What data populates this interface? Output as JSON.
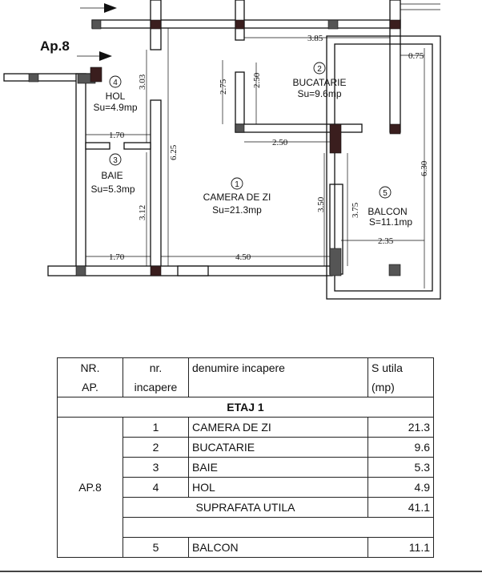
{
  "plan": {
    "apartment_label": "Ap.8",
    "rooms": [
      {
        "no": "1",
        "name": "CAMERA DE ZI",
        "area": "Su=21.3mp"
      },
      {
        "no": "2",
        "name": "BUCATARIE",
        "area": "Su=9.6mp"
      },
      {
        "no": "3",
        "name": "BAIE",
        "area": "Su=5.3mp"
      },
      {
        "no": "4",
        "name": "HOL",
        "area": "Su=4.9mp"
      },
      {
        "no": "5",
        "name": "BALCON",
        "area": "S=11.1mp"
      }
    ],
    "dimensions": [
      "3.85",
      "0.75",
      "2.75",
      "2.50",
      "3.03",
      "1.70",
      "6.25",
      "2.50",
      "3.50",
      "3.75",
      "6.30",
      "3.12",
      "1.70",
      "4.50",
      "2.35"
    ]
  },
  "table": {
    "header": {
      "nr_ap_1": "NR.",
      "nr_ap_2": "AP.",
      "nr_inc_1": "nr.",
      "nr_inc_2": "incapere",
      "denumire": "denumire incapere",
      "sutila_1": "S utila",
      "sutila_2": "(mp)"
    },
    "floor": "ETAJ 1",
    "apartment": "AP.8",
    "rows": [
      {
        "nr": "1",
        "name": "CAMERA DE ZI",
        "area": "21.3"
      },
      {
        "nr": "2",
        "name": "BUCATARIE",
        "area": "9.6"
      },
      {
        "nr": "3",
        "name": "BAIE",
        "area": "5.3"
      },
      {
        "nr": "4",
        "name": "HOL",
        "area": "4.9"
      }
    ],
    "total_label": "SUPRAFATA UTILA",
    "total_value": "41.1",
    "balcony": {
      "nr": "5",
      "name": "BALCON",
      "area": "11.1"
    }
  }
}
